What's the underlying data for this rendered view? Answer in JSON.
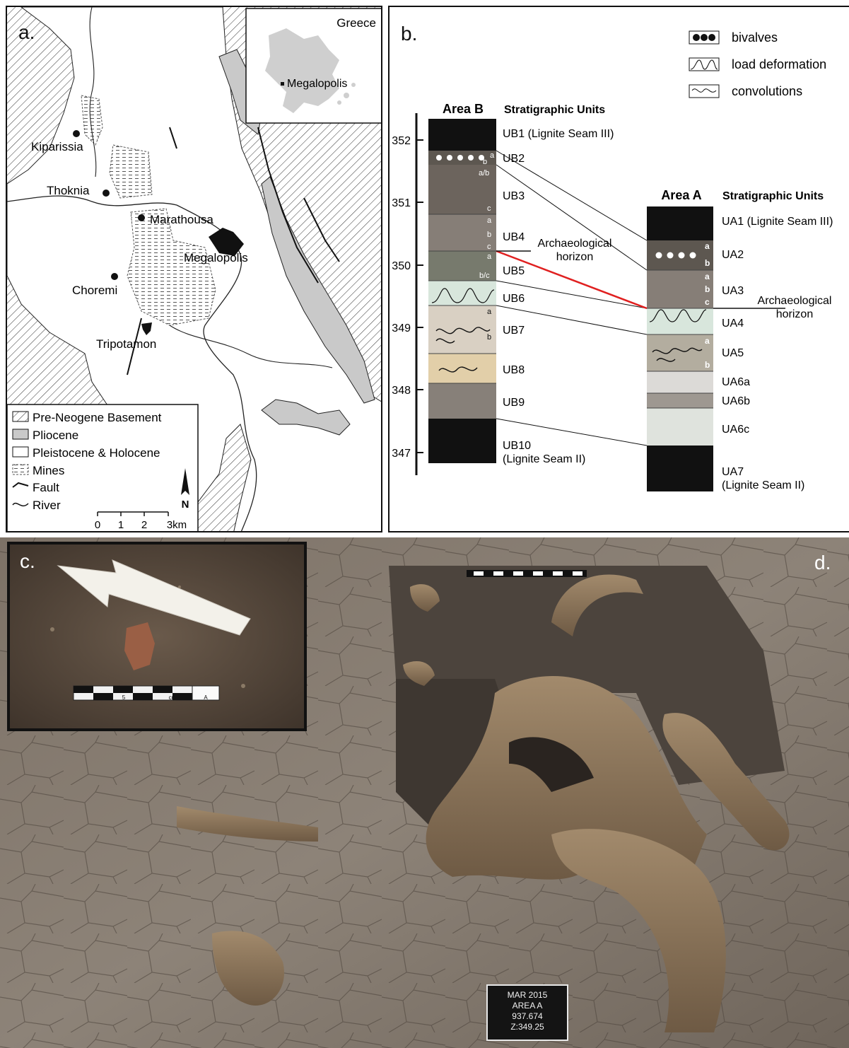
{
  "panel_a": {
    "letter": "a.",
    "inset_country": "Greece",
    "inset_site": "Megalopolis",
    "places": {
      "kiparissia": "Kiparissia",
      "thoknia": "Thoknia",
      "marathousa": "Marathousa",
      "megalopolis": "Megalopolis",
      "choremi": "Choremi",
      "tripotamon": "Tripotamon"
    },
    "legend": {
      "basement": "Pre-Neogene Basement",
      "pliocene": "Pliocene",
      "pleistocene": "Pleistocene & Holocene",
      "mines": "Mines",
      "fault": "Fault",
      "river": "River"
    },
    "north": "N",
    "scale": [
      "0",
      "1",
      "2",
      "3km"
    ]
  },
  "panel_b": {
    "letter": "b.",
    "legend": {
      "bivalves": "bivalves",
      "load": "load deformation",
      "convolutions": "convolutions"
    },
    "elevations": [
      "352",
      "351",
      "350",
      "349",
      "348",
      "347"
    ],
    "area_b": {
      "title": "Area B",
      "units_header": "Stratigraphic Units",
      "units": [
        {
          "label": "UB1 (Lignite Seam III)",
          "color": "#111111"
        },
        {
          "label": "UB2",
          "color": "#5d5750",
          "sub": [
            "a",
            "b"
          ]
        },
        {
          "label": "UB3",
          "color": "#6c645d",
          "sub": [
            "a/b",
            "c"
          ]
        },
        {
          "label": "UB4",
          "color": "#867e77",
          "sub": [
            "a",
            "b",
            "c"
          ]
        },
        {
          "label": "UB5",
          "color": "#777a6d",
          "sub": [
            "a",
            "b/c"
          ]
        },
        {
          "label": "UB6",
          "color": "#d8e6dc"
        },
        {
          "label": "UB7",
          "color": "#d9d0c3",
          "sub": [
            "a",
            "b"
          ]
        },
        {
          "label": "UB8",
          "color": "#e2cfa9"
        },
        {
          "label": "UB9",
          "color": "#878079"
        },
        {
          "label": "UB10",
          "label2": "(Lignite Seam II)",
          "color": "#111111"
        }
      ]
    },
    "area_a": {
      "title": "Area A",
      "units_header": "Stratigraphic Units",
      "units": [
        {
          "label": "UA1 (Lignite Seam III)",
          "color": "#111111"
        },
        {
          "label": "UA2",
          "color": "#5d5750",
          "sub": [
            "a",
            "b"
          ]
        },
        {
          "label": "UA3",
          "color": "#867e77",
          "sub": [
            "a",
            "b",
            "c"
          ]
        },
        {
          "label": "UA4",
          "color": "#d8e6dc"
        },
        {
          "label": "UA5",
          "color": "#b3ad9f",
          "sub": [
            "a",
            "b"
          ]
        },
        {
          "label": "UA6a",
          "color": "#dcdad7"
        },
        {
          "label": "UA6b",
          "color": "#9e9891"
        },
        {
          "label": "UA6c",
          "color": "#dfe3dd"
        },
        {
          "label": "UA7",
          "label2": "(Lignite Seam II)",
          "color": "#111111"
        }
      ]
    },
    "horizon_label_1": "Archaeological",
    "horizon_label_2": "horizon",
    "horizon_color": "#e02020"
  },
  "panel_c": {
    "letter": "c.",
    "scale_5": "5",
    "scale_cm": "cm",
    "scale_a": "A"
  },
  "panel_d": {
    "letter": "d.",
    "sign": [
      "MAR 2015",
      "AREA A",
      "937.674",
      "Z:349.25"
    ]
  }
}
